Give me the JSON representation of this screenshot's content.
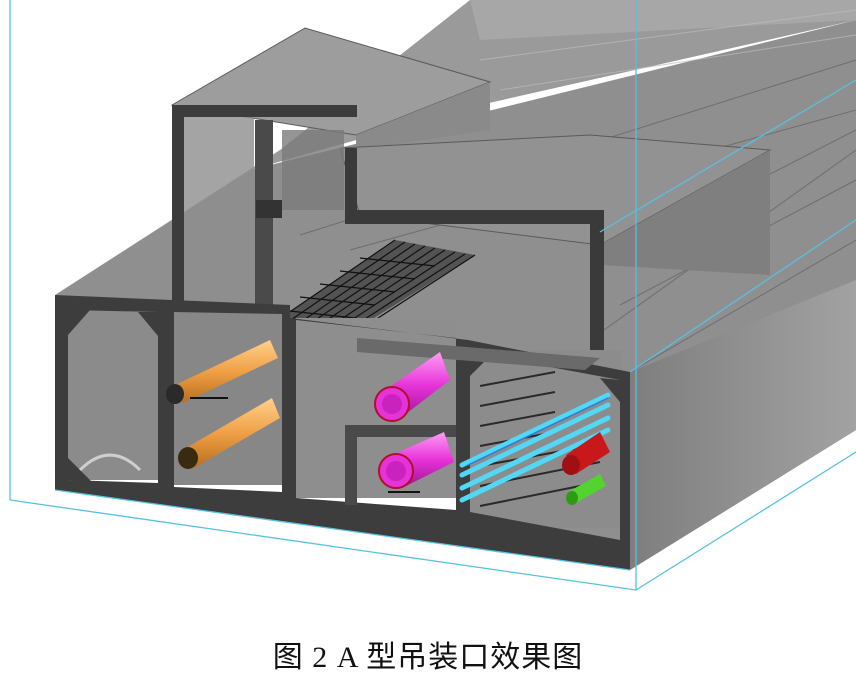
{
  "figure": {
    "caption": "图 2  A 型吊装口效果图",
    "colors": {
      "background": "#ffffff",
      "concrete_translucent": "#8d8d8d",
      "concrete_face": "#6f6f6f",
      "section_cut": "#3a3a3a",
      "bounding_box_line": "#58c0e0",
      "orange_pipe": "#f0a046",
      "magenta_pipe": "#e632d9",
      "cyan_cables": "#52d8f6",
      "red_pipe": "#c8181a",
      "green_pipe": "#52d330",
      "cable_tray": "#111111"
    },
    "components": [
      {
        "id": "tunnel-body",
        "icon": "translucent-concrete-tunnel"
      },
      {
        "id": "hoisting-opening",
        "icon": "vertical-shaft-opening"
      },
      {
        "id": "cable-tray-grid",
        "icon": "black-cable-tray"
      },
      {
        "id": "compartment-1",
        "icon": "empty-cell"
      },
      {
        "id": "compartment-2",
        "icon": "water-pipes"
      },
      {
        "id": "compartment-3",
        "icon": "heat-pipes"
      },
      {
        "id": "compartment-4",
        "icon": "power-cables"
      }
    ]
  }
}
